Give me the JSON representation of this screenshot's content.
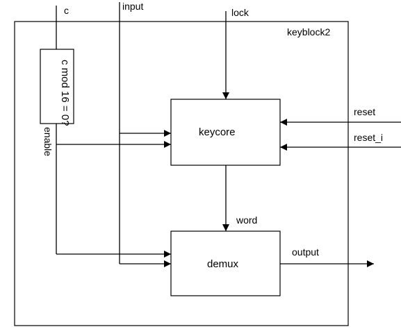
{
  "block_title": "keyblock2",
  "inputs": {
    "c": "c",
    "input": "input",
    "lock": "lock",
    "reset": "reset",
    "reset_i": "reset_i"
  },
  "modules": {
    "counter_check": "c mod 16 = 0?",
    "keycore": "keycore",
    "demux": "demux"
  },
  "signals": {
    "enable": "enable",
    "word": "word",
    "output": "output"
  },
  "colors": {
    "stroke": "#000000",
    "background": "#ffffff"
  }
}
